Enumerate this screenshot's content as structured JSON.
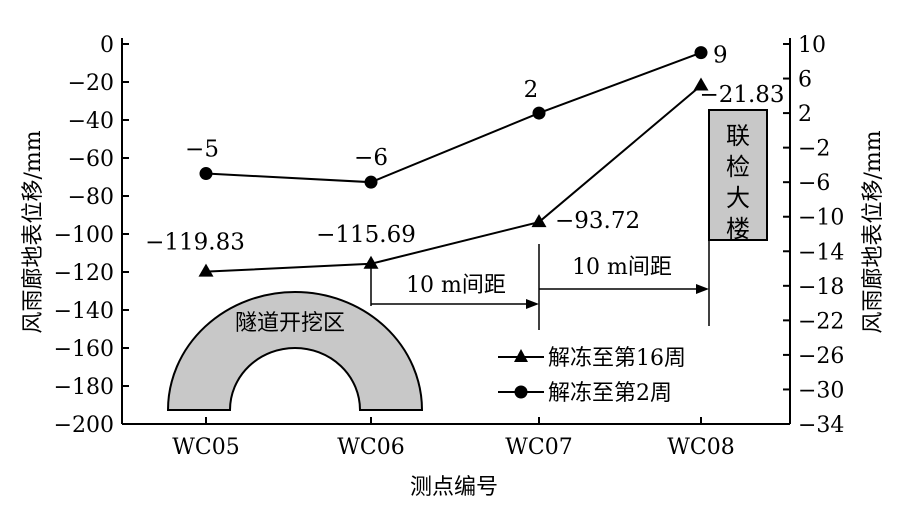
{
  "chart_data": {
    "type": "line",
    "categories": [
      "WC05",
      "WC06",
      "WC07",
      "WC08"
    ],
    "xlabel": "测点编号",
    "ylabel_left": "风雨廊地表位移/mm",
    "ylabel_right": "风雨廊地表位移/mm",
    "left_axis": {
      "ylim": [
        -200,
        0
      ],
      "ticks": [
        "0",
        "−20",
        "−40",
        "−60",
        "−80",
        "−100",
        "−120",
        "−140",
        "−160",
        "−180",
        "−200"
      ]
    },
    "right_axis": {
      "ylim": [
        -34,
        10
      ],
      "ticks": [
        "10",
        "6",
        "2",
        "−2",
        "−6",
        "−10",
        "−14",
        "−18",
        "−22",
        "−26",
        "−30",
        "−34"
      ]
    },
    "series": [
      {
        "name": "解冻至第16周",
        "axis": "left",
        "marker": "triangle",
        "values": [
          -119.83,
          -115.69,
          -93.72,
          -21.83
        ],
        "labels": [
          "−119.83",
          "−115.69",
          "−93.72",
          "−21.83"
        ]
      },
      {
        "name": "解冻至第2周",
        "axis": "right",
        "marker": "circle",
        "values": [
          -5,
          -6,
          2,
          9
        ],
        "labels": [
          "−5",
          "−6",
          "2",
          "9"
        ]
      }
    ],
    "grid": false,
    "legend": "bottom-right",
    "annotations": {
      "tunnel_label": "隧道开挖区",
      "spacing_1": "10 m间距",
      "spacing_2": "10 m间距",
      "building_label": "联检大楼"
    }
  }
}
